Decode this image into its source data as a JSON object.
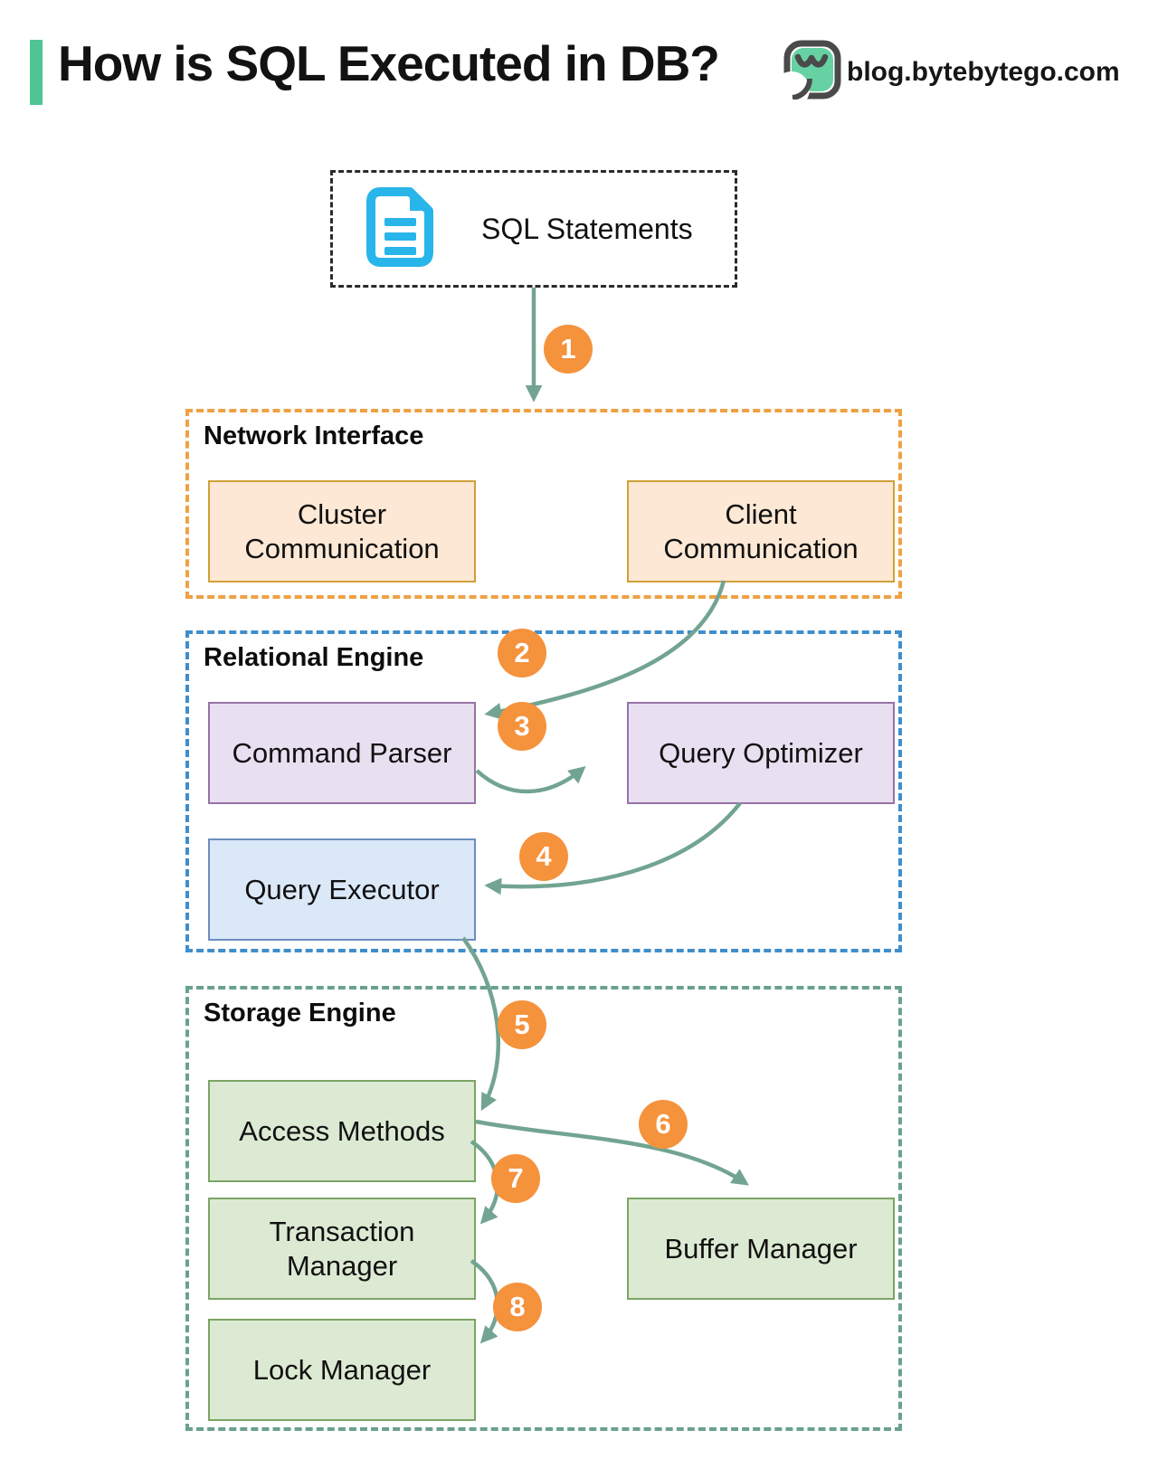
{
  "header": {
    "title": "How is SQL Executed in DB?",
    "site": "blog.bytebytego.com"
  },
  "source_box": {
    "label": "SQL Statements"
  },
  "sections": {
    "network_interface": {
      "label": "Network Interface",
      "boxes": [
        {
          "label": "Cluster Communication"
        },
        {
          "label": "Client Communication"
        }
      ]
    },
    "relational_engine": {
      "label": "Relational Engine",
      "boxes": [
        {
          "label": "Command Parser"
        },
        {
          "label": "Query Optimizer"
        },
        {
          "label": "Query Executor"
        }
      ]
    },
    "storage_engine": {
      "label": "Storage Engine",
      "boxes": [
        {
          "label": "Access Methods"
        },
        {
          "label": "Transaction Manager"
        },
        {
          "label": "Lock Manager"
        },
        {
          "label": "Buffer Manager"
        }
      ]
    }
  },
  "flow": {
    "steps": [
      {
        "number": "1",
        "from": "SQL Statements",
        "to": "Network Interface"
      },
      {
        "number": "2",
        "from": "Client Communication",
        "to": "Command Parser"
      },
      {
        "number": "3",
        "from": "Command Parser",
        "to": "Query Optimizer"
      },
      {
        "number": "4",
        "from": "Query Optimizer",
        "to": "Query Executor"
      },
      {
        "number": "5",
        "from": "Query Executor",
        "to": "Access Methods"
      },
      {
        "number": "6",
        "from": "Access Methods",
        "to": "Buffer Manager"
      },
      {
        "number": "7",
        "from": "Access Methods",
        "to": "Transaction Manager"
      },
      {
        "number": "8",
        "from": "Transaction Manager",
        "to": "Lock Manager"
      }
    ]
  },
  "colors": {
    "accent_green": "#4fc593",
    "arrow_teal": "#72a491",
    "badge_orange": "#f5923c",
    "network_dash": "#efa143",
    "relational_dash": "#3f8ecc",
    "storage_dash": "#69a18f",
    "peach_fill": "#fce8d4",
    "peach_border": "#d0a138",
    "purple_fill": "#e8dff1",
    "purple_border": "#9673a6",
    "blue_fill": "#dbe8f8",
    "blue_border": "#6c8ebf",
    "green_fill": "#dcead3",
    "green_border": "#7ca465",
    "doc_icon_cyan": "#28b5e9"
  }
}
